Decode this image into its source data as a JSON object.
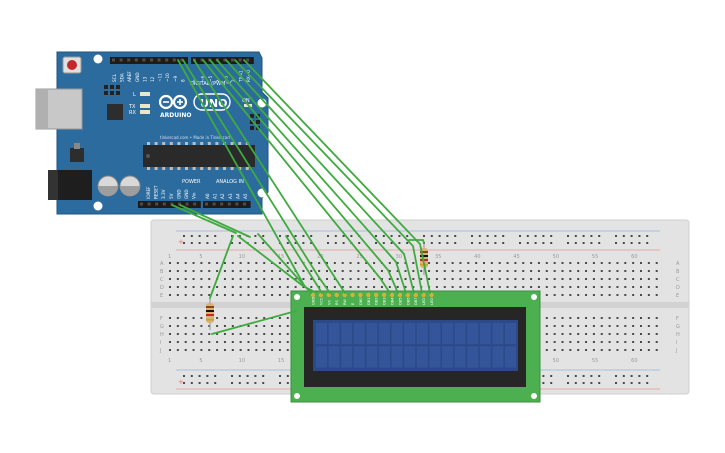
{
  "arduino": {
    "brand": "ARDUINO",
    "model": "UNO",
    "digital_header_label": "DIGITAL (PWM~)",
    "power_label": "POWER",
    "analog_label": "ANALOG IN",
    "led_labels": [
      "L",
      "TX",
      "RX"
    ],
    "on_label": "ON",
    "digital_pins": [
      "SCL",
      "SDA",
      "AREF",
      "GND",
      "13",
      "12",
      "~11",
      "~10",
      "~9",
      "8",
      "7",
      "~6",
      "~5",
      "4",
      "~3",
      "2",
      "TX→1",
      "RX←0"
    ],
    "power_pins": [
      "IOREF",
      "RESET",
      "3.3V",
      "5V",
      "GND",
      "GND",
      "Vin"
    ],
    "analog_pins": [
      "A0",
      "A1",
      "A2",
      "A3",
      "A4",
      "A5"
    ],
    "url_text": "tinkercad.com • Made in Tinkercad"
  },
  "breadboard": {
    "row_letters_top": [
      "A",
      "B",
      "C",
      "D",
      "E"
    ],
    "row_letters_bottom": [
      "F",
      "G",
      "H",
      "I",
      "J"
    ],
    "column_numbers": [
      "1",
      "5",
      "10",
      "15",
      "20",
      "25",
      "30",
      "35",
      "40",
      "45",
      "50",
      "55",
      "60"
    ]
  },
  "lcd": {
    "pin_labels": [
      "GND",
      "VCC",
      "V0",
      "RS",
      "RW",
      "E",
      "DB0",
      "DB1",
      "DB2",
      "DB3",
      "DB4",
      "DB5",
      "DB6",
      "DB7",
      "LED",
      "LED"
    ]
  },
  "colors": {
    "board_blue": "#2b6b9e",
    "board_edge": "#1f5580",
    "breadboard": "#e3e3e3",
    "wire_green": "#3faa3f",
    "lcd_green": "#4caf50",
    "lcd_screen": "#2c4a8a"
  }
}
